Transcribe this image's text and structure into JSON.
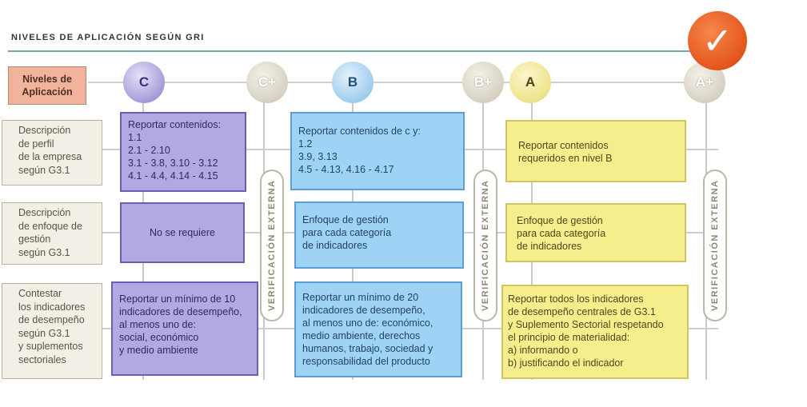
{
  "title": "NIVELES DE APLICACIÓN SEGÚN GRI",
  "levels_label": "Niveles de\nAplicación",
  "levels": {
    "c": "C",
    "c_plus": "C+",
    "b": "B",
    "b_plus": "B+",
    "a": "A",
    "a_plus": "A+"
  },
  "check_icon": "✓",
  "verification_label": "VERIFICACIÓN EXTERNA",
  "rows": [
    {
      "label": "Descripción\nde perfil\nde la empresa\nsegún G3.1"
    },
    {
      "label": "Descripción\nde enfoque de\ngestión\nsegún G3.1"
    },
    {
      "label": "Contestar\nlos indicadores\nde desempeño\nsegún G3.1\ny suplementos\nsectoriales"
    }
  ],
  "level_c": {
    "profile": "Reportar contenidos:\n1.1\n2.1 - 2.10\n3.1 - 3.8, 3.10 - 3.12\n4.1 - 4.4, 4.14 - 4.15",
    "management": "No se requiere",
    "indicators": "Reportar un mínimo de 10\nindicadores de desempeño,\nal menos uno de:\nsocial, económico\ny medio ambiente"
  },
  "level_b": {
    "profile": "Reportar contenidos de c y:\n1.2\n3.9, 3.13\n4.5 - 4.13, 4.16 - 4.17",
    "management": "Enfoque de gestión\npara cada categoría\nde indicadores",
    "indicators": "Reportar un mínimo de 20\nindicadores de desempeño,\nal menos uno de: económico,\nmedio ambiente, derechos\nhumanos, trabajo, sociedad y\nresponsabilidad del producto"
  },
  "level_a": {
    "profile": "Reportar contenidos\nrequeridos en nivel B",
    "management": "Enfoque de gestión\npara cada categoría\nde indicadores",
    "indicators": "Reportar todos los indicadores\nde desempeño centrales de G3.1\ny Suplemento Sectorial respetando\nel principio de materialidad:\na) informando o\nb) justificando el indicador"
  },
  "colors": {
    "level_c": "#b3a9e2",
    "level_b": "#9fd3f6",
    "level_a": "#f6ee8d",
    "label_header": "#f1b39c",
    "check": "#e4551c"
  }
}
